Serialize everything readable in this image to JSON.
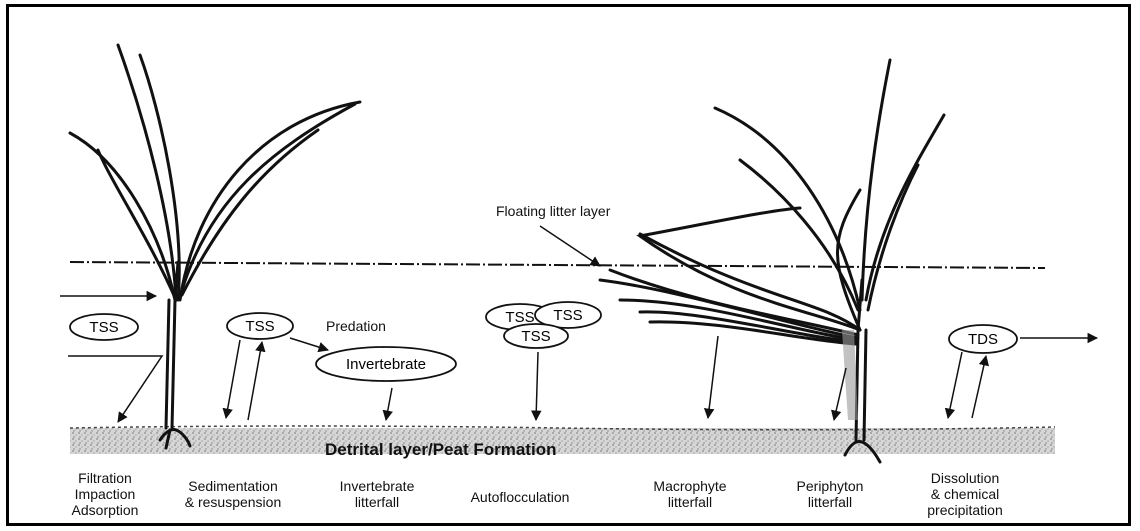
{
  "annotations": {
    "floating_litter": "Floating litter layer",
    "predation": "Predation",
    "detrital_layer": "Detrital layer/Peat Formation"
  },
  "ovals": {
    "tss_left": "TSS",
    "tss_mid": "TSS",
    "invertebrate": "Invertebrate",
    "tss_cluster_a": "TSS",
    "tss_cluster_b": "TSS",
    "tss_cluster_c": "TSS",
    "tds": "TDS"
  },
  "processes": [
    "Filtration\nImpaction\nAdsorption",
    "Sedimentation\n& resuspension",
    "Invertebrate\nlitterfall",
    "Autoflocculation",
    "Macrophyte\nlitterfall",
    "Periphyton\nlitterfall",
    "Dissolution\n& chemical\nprecipitation"
  ],
  "colors": {
    "line": "#111111",
    "sediment": "#8a8a8a"
  }
}
